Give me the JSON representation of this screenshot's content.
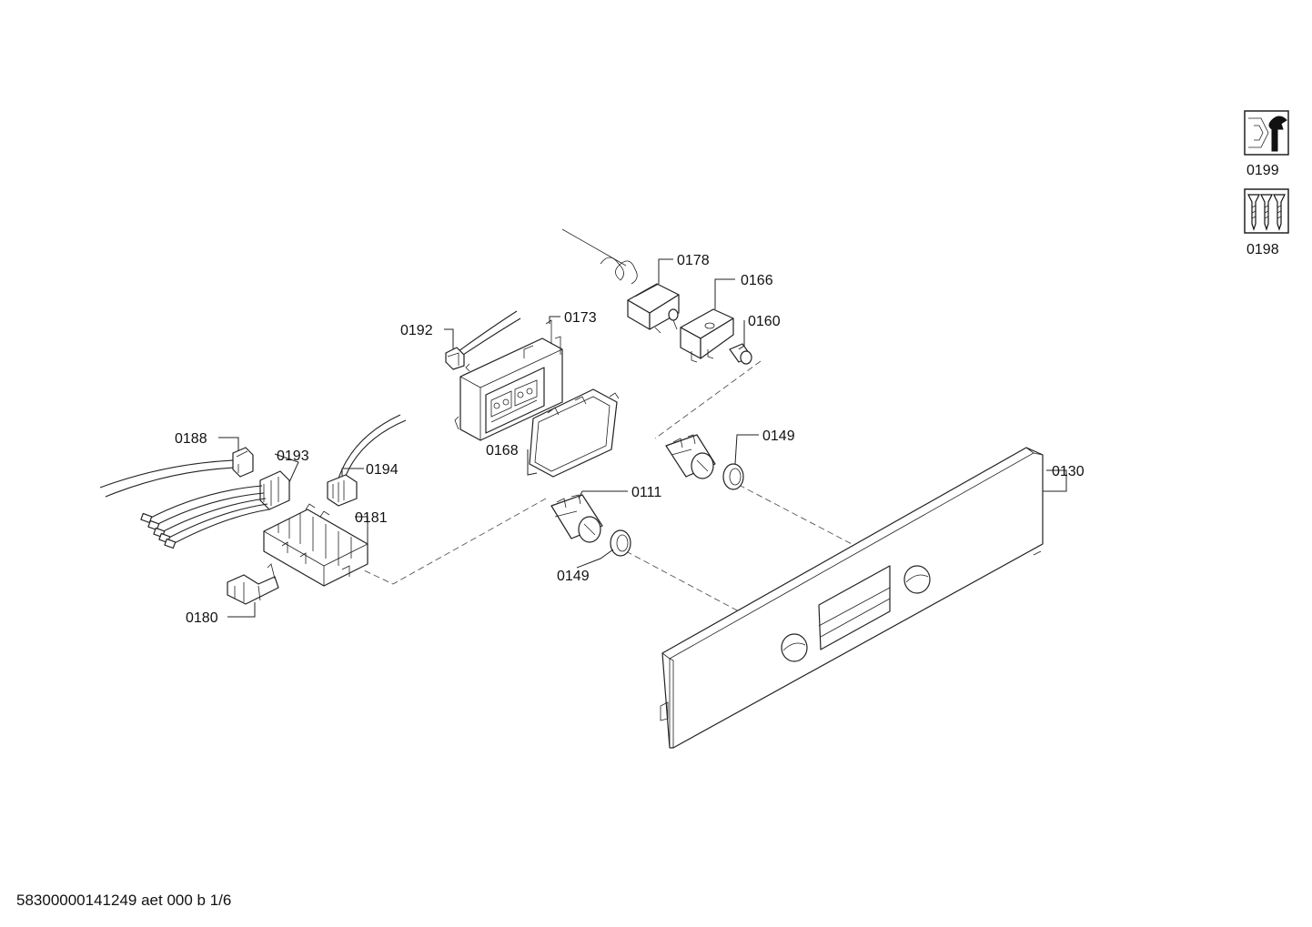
{
  "parts": [
    {
      "id": "p0178",
      "label": "0178"
    },
    {
      "id": "p0166",
      "label": "0166"
    },
    {
      "id": "p0160",
      "label": "0160"
    },
    {
      "id": "p0192",
      "label": "0192"
    },
    {
      "id": "p0173",
      "label": "0173"
    },
    {
      "id": "p0188",
      "label": "0188"
    },
    {
      "id": "p0193",
      "label": "0193"
    },
    {
      "id": "p0194",
      "label": "0194"
    },
    {
      "id": "p0168",
      "label": "0168"
    },
    {
      "id": "p0149a",
      "label": "0149"
    },
    {
      "id": "p0111",
      "label": "0111"
    },
    {
      "id": "p0181",
      "label": "0181"
    },
    {
      "id": "p0130",
      "label": "0130"
    },
    {
      "id": "p0149b",
      "label": "0149"
    },
    {
      "id": "p0180",
      "label": "0180"
    }
  ],
  "accessories": [
    {
      "label": "0199",
      "icon": "wrench-icon"
    },
    {
      "label": "0198",
      "icon": "screws-icon"
    }
  ],
  "footer": "58300000141249 aet 000 b 1/6"
}
